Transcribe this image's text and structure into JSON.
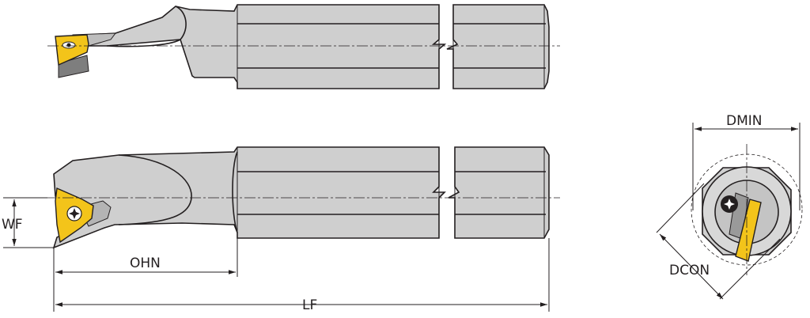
{
  "dimensions": {
    "wf": "WF",
    "ohn": "OHN",
    "lf": "LF",
    "dmin": "DMIN",
    "dcon": "DCON"
  },
  "colors": {
    "body": "#cfcfcf",
    "insert": "#f3c41a",
    "dark": "#7e7e7e",
    "line": "#231f20"
  }
}
